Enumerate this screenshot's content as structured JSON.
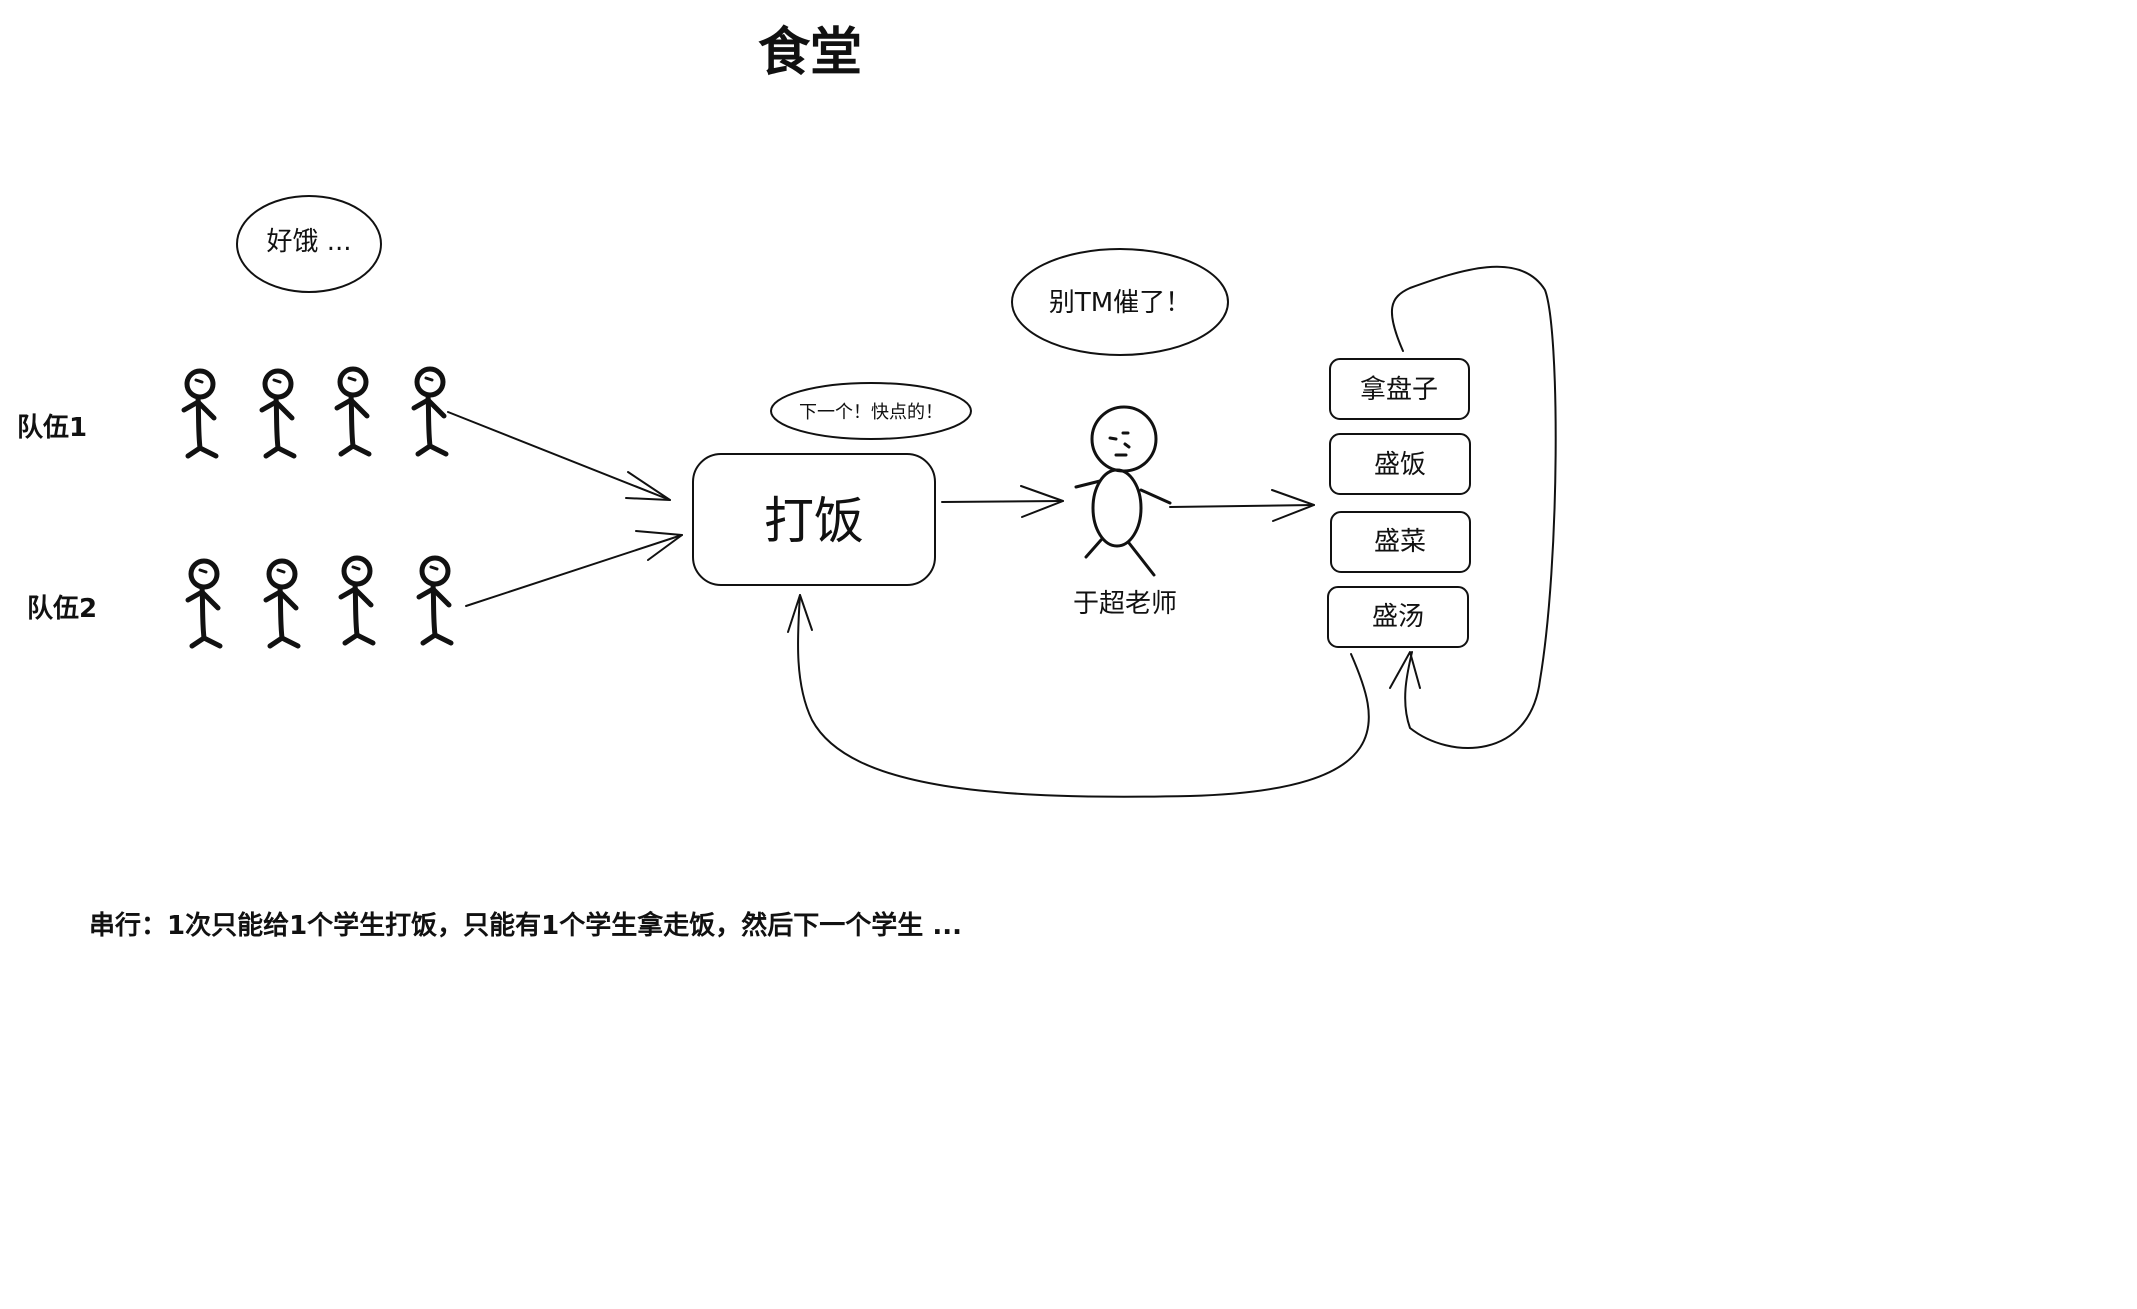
{
  "title": "食堂",
  "queues": [
    {
      "label": "队伍1",
      "people": 4
    },
    {
      "label": "队伍2",
      "people": 4
    }
  ],
  "bubbles": {
    "hungry": "好饿 ...",
    "hurry": "下一个！快点的！",
    "teacher": "别TM催了！"
  },
  "serve_box": "打饭",
  "teacher_name": "于超老师",
  "steps": [
    "拿盘子",
    "盛饭",
    "盛菜",
    "盛汤"
  ],
  "footer": "串行：1次只能给1个学生打饭，只能有1个学生拿走饭，然后下一个学生 ..."
}
